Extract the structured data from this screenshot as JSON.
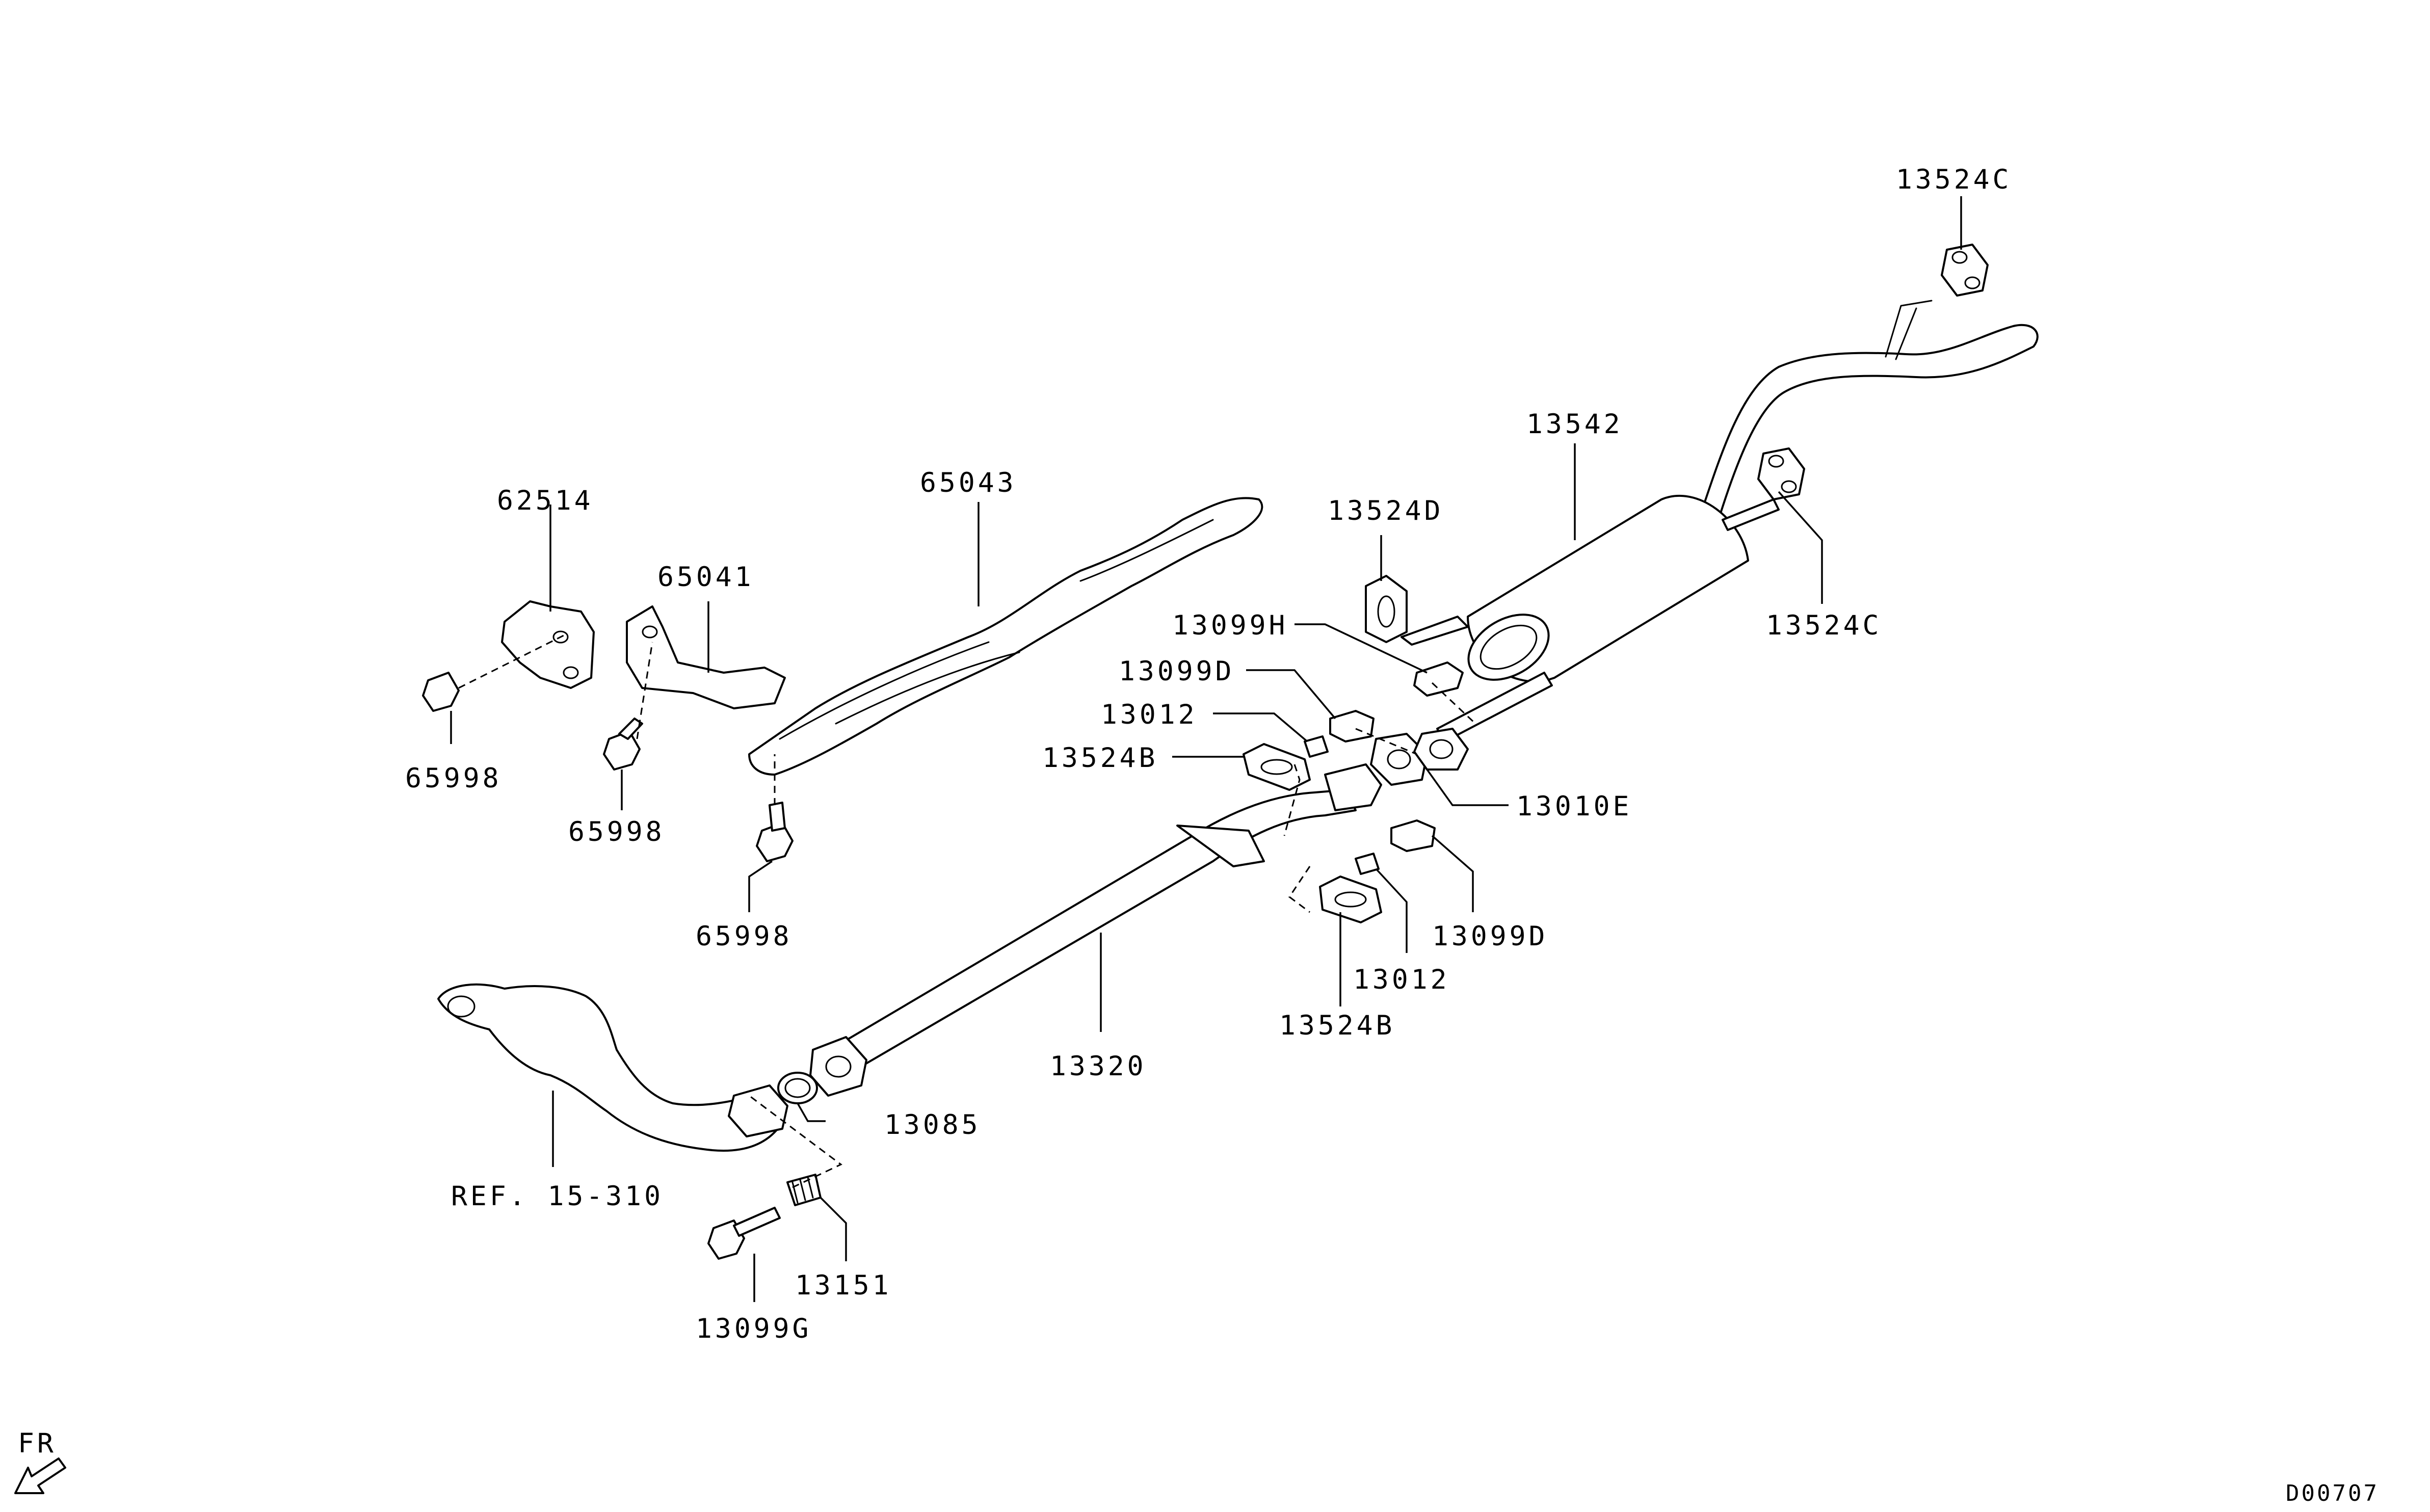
{
  "labels": {
    "p13524C_top": "13524C",
    "p13524C_right": "13524C",
    "p13542": "13542",
    "p13524D": "13524D",
    "p13099H": "13099H",
    "p13099D_upper": "13099D",
    "p13012_upper": "13012",
    "p13524B_upper": "13524B",
    "p13010E": "13010E",
    "p13099D_lower": "13099D",
    "p13012_lower": "13012",
    "p13524B_lower": "13524B",
    "p13320": "13320",
    "p13085": "13085",
    "p62514": "62514",
    "p65041": "65041",
    "p65043": "65043",
    "p65998_a": "65998",
    "p65998_b": "65998",
    "p65998_c": "65998",
    "ref": "REF. 15-310",
    "p13151": "13151",
    "p13099G": "13099G",
    "fr": "FR",
    "drawing_id": "D00707"
  }
}
